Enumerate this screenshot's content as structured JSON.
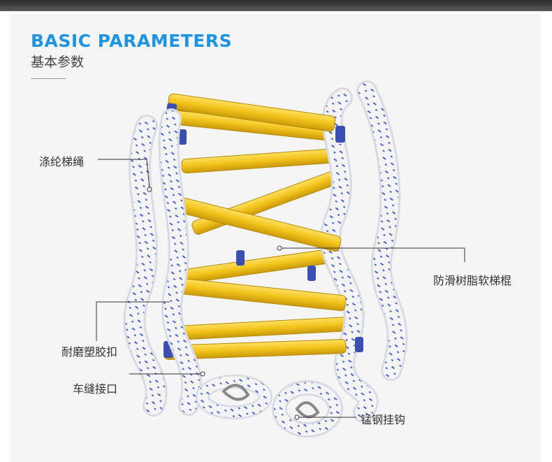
{
  "heading": {
    "title_en": "BASIC PARAMETERS",
    "title_cn": "基本参数"
  },
  "product": {
    "image_name": "rope-ladder-photo",
    "colors": {
      "rung": "#f2c31c",
      "rung_shadow": "#c99a0b",
      "cap": "#3a4fb0",
      "rope": "#f4f4f6",
      "rope_shade": "#d9dbe2",
      "rope_fleck": "#4b63c8"
    }
  },
  "callouts": {
    "polyester_rope": "涤纶梯绳",
    "antislip_rung": "防滑树脂软梯棍",
    "rubber_buckle": "耐磨塑胶扣",
    "sewn_joint": "车缝接口",
    "steel_hook": "锰钢挂钩"
  }
}
